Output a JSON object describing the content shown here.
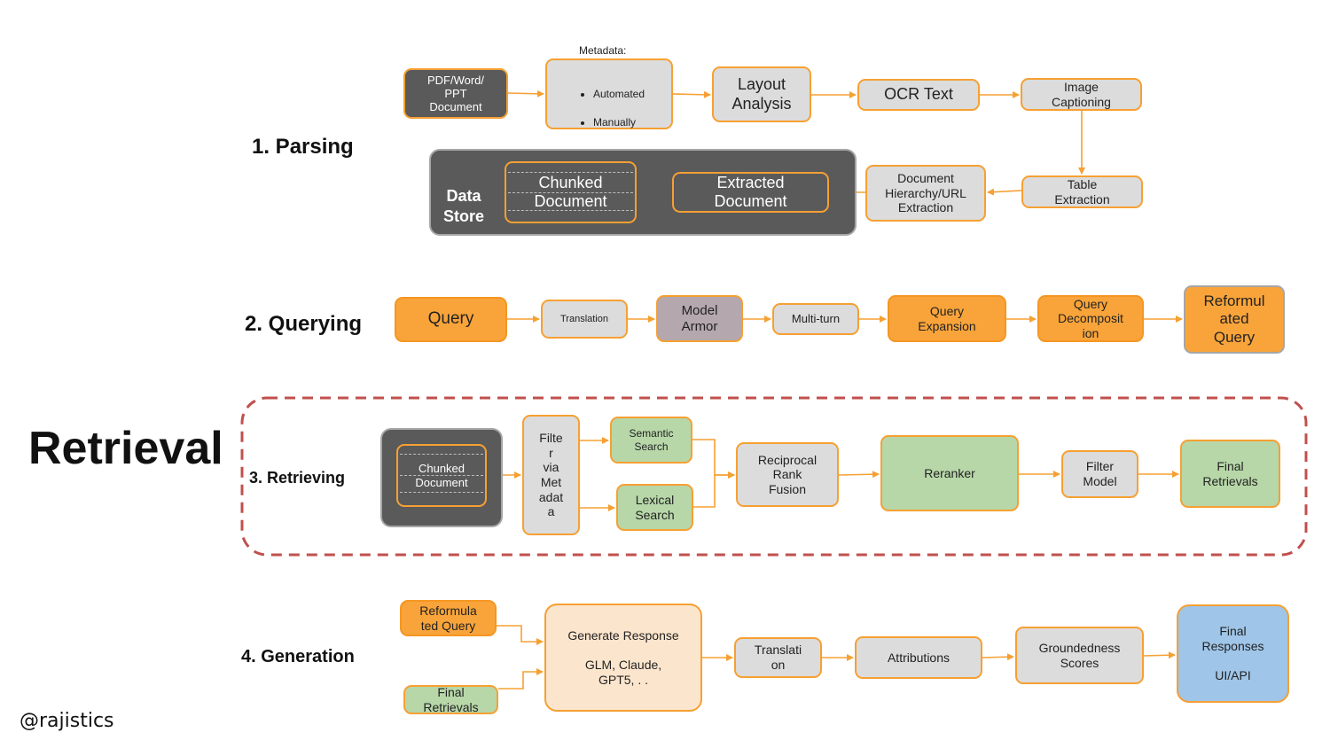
{
  "title": "Retrieval",
  "footer": "@rajistics",
  "sections": {
    "parsing": "1. Parsing",
    "querying": "2. Querying",
    "retrieving": "3. Retrieving",
    "generation": "4. Generation"
  },
  "parsing": {
    "pdf": "PDF/Word/\nPPT\nDocument",
    "metadata_title": "Metadata:",
    "metadata_items": [
      "Automated",
      "Manually"
    ],
    "layout": "Layout\nAnalysis",
    "ocr": "OCR Text",
    "image_caption": "Image\nCaptioning",
    "table": "Table\nExtraction",
    "hierarchy": "Document\nHierarchy/URL\nExtraction",
    "extracted": "Extracted\nDocument",
    "chunked": "Chunked\nDocument",
    "data_store": "Data\nStore"
  },
  "querying": {
    "query": "Query",
    "translation": "Translation",
    "model_armor": "Model\nArmor",
    "multi_turn": "Multi-turn",
    "expansion": "Query\nExpansion",
    "decomposition": "Query\nDecomposit\nion",
    "reformulated": "Reformul\nated\nQuery"
  },
  "retrieving": {
    "chunked": "Chunked\nDocument",
    "filter_metadata": "Filte\nr\nvia\nMet\nadat\na",
    "semantic": "Semantic\nSearch",
    "lexical": "Lexical\nSearch",
    "rrf": "Reciprocal\nRank\nFusion",
    "reranker": "Reranker",
    "filter_model": "Filter\nModel",
    "final": "Final\nRetrievals"
  },
  "generation": {
    "reformulated": "Reformula\nted Query",
    "final_retrievals": "Final\nRetrievals",
    "generate": "Generate Response\n\nGLM, Claude,\nGPT5,  . .",
    "translation": "Translati\non",
    "attributions": "Attributions",
    "groundedness": "Groundedness\nScores",
    "final_responses": "Final\nResponses\n\nUI/API"
  },
  "colors": {
    "accent_orange": "#f9a43a",
    "arrow": "#f6a033",
    "dark_box": "#5a5a5a",
    "light_box": "#dcdcdc",
    "green_box": "#b7d7a8",
    "peach_box": "#fce5cd",
    "blue_box": "#9fc5e8",
    "dashed_red": "#c0504d"
  }
}
